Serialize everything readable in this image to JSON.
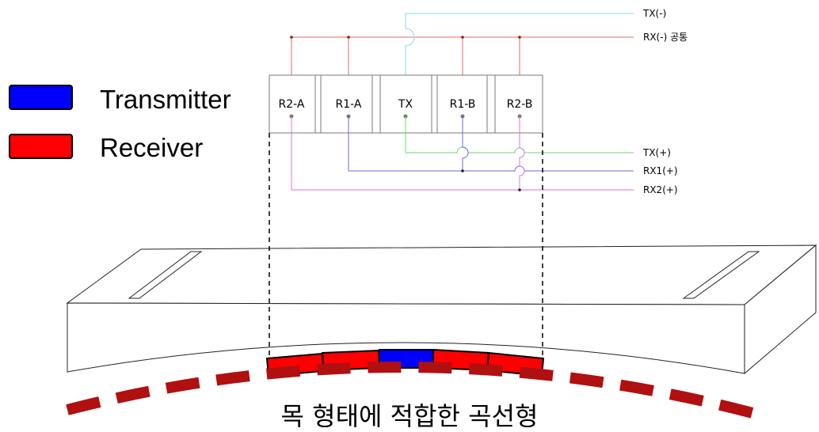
{
  "legend": [
    {
      "label": "Transmitter",
      "color": "#0000ff"
    },
    {
      "label": "Receiver",
      "color": "#ff0000"
    }
  ],
  "connector_cells": [
    "R2-A",
    "R1-A",
    "TX",
    "R1-B",
    "R2-B"
  ],
  "signals": {
    "tx_minus": "TX(-)",
    "rx_minus_common": "RX(-) 공통",
    "tx_plus": "TX(+)",
    "rx1_plus": "RX1(+)",
    "rx2_plus": "RX2(+)"
  },
  "wire_colors": {
    "rx_common": "#e06a6a",
    "tx_minus": "#8ad8f0",
    "tx_plus": "#66dd66",
    "rx1": "#6a6ae0",
    "rx2": "#e070e0"
  },
  "caption": "목 형태에 적합한 곡선형"
}
